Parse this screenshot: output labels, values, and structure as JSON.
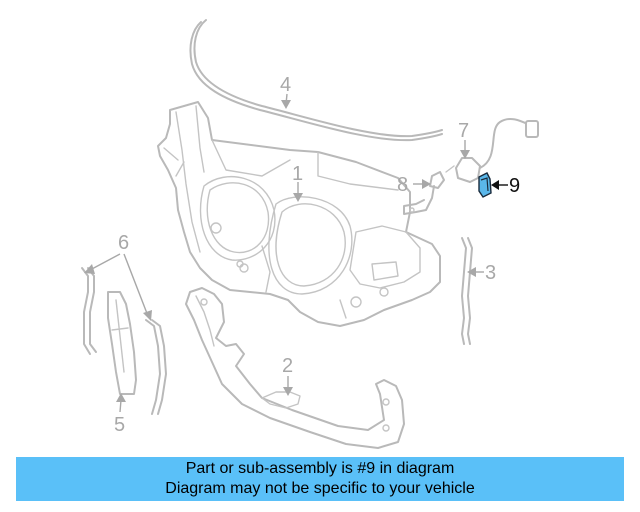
{
  "diagram": {
    "callouts": [
      {
        "id": "1",
        "label": "1"
      },
      {
        "id": "2",
        "label": "2"
      },
      {
        "id": "3",
        "label": "3"
      },
      {
        "id": "4",
        "label": "4"
      },
      {
        "id": "5",
        "label": "5"
      },
      {
        "id": "6",
        "label": "6"
      },
      {
        "id": "7",
        "label": "7"
      },
      {
        "id": "8",
        "label": "8"
      },
      {
        "id": "9",
        "label": "9"
      }
    ],
    "highlighted_part": "9",
    "highlight_color": "#5ab7ea"
  },
  "banner": {
    "line1": "Part or sub-assembly is #9 in diagram",
    "line2": "Diagram may not be specific to your vehicle",
    "background": "#5ac0f8"
  }
}
